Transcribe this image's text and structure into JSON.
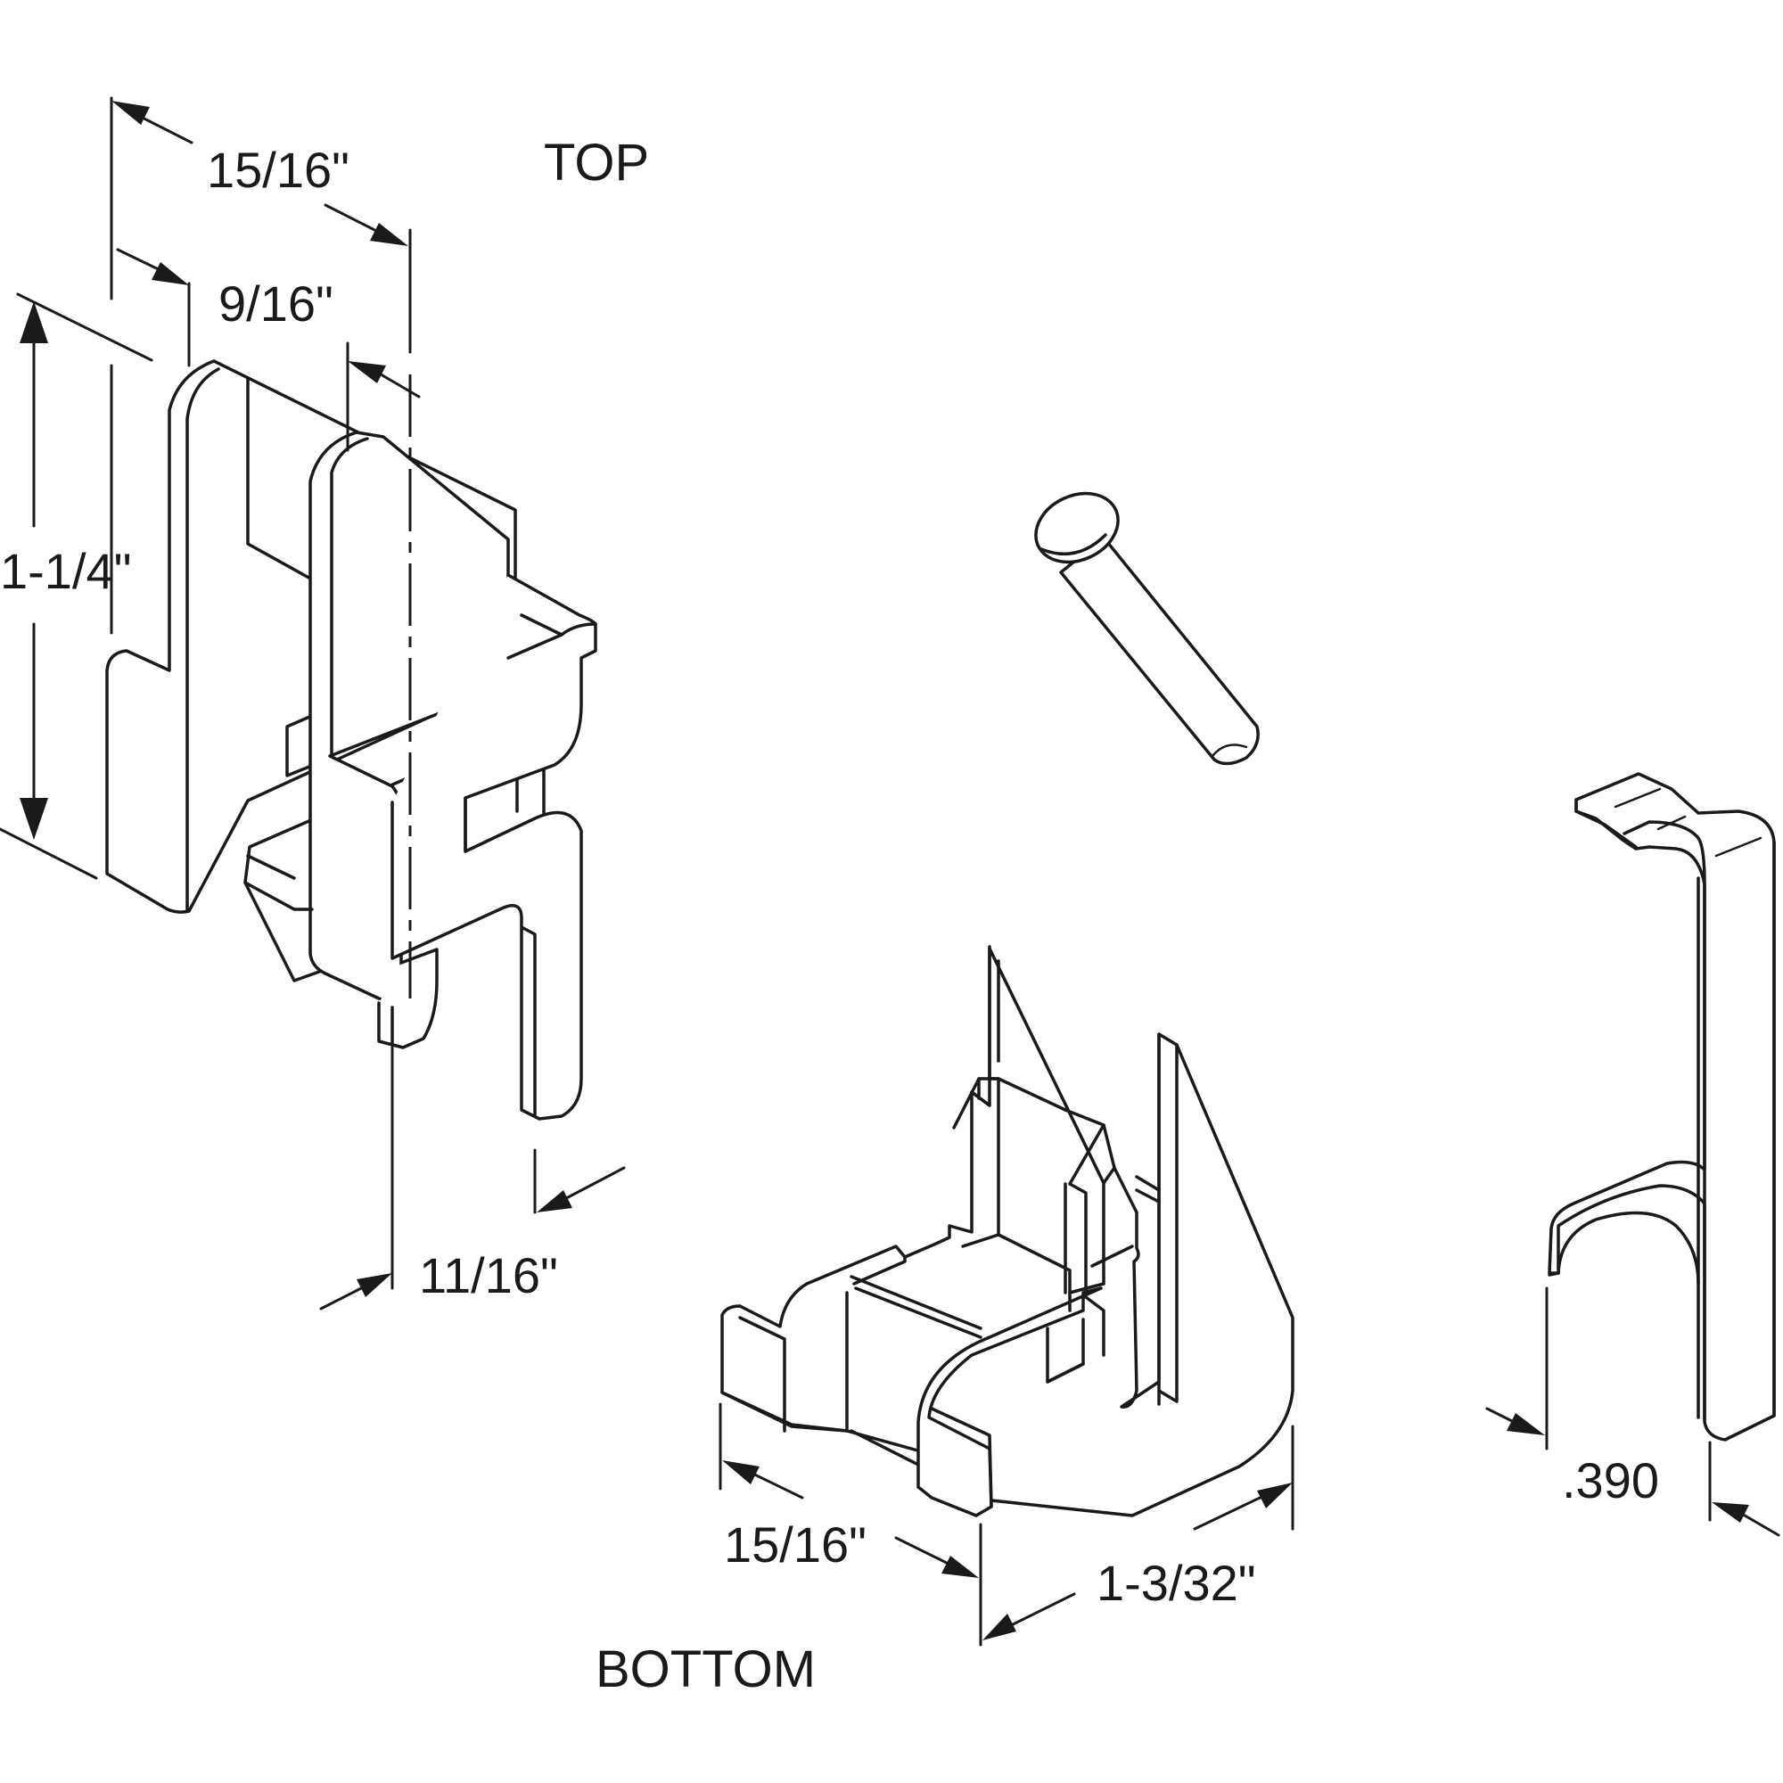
{
  "labels": {
    "top": "TOP",
    "bottom": "BOTTOM"
  },
  "dimensions": {
    "top_width_overall": "15/16\"",
    "top_width_inner": "9/16\"",
    "top_height": "1-1/4\"",
    "top_depth": "11/16\"",
    "bottom_width": "15/16\"",
    "bottom_length": "1-3/32\"",
    "clip_thickness": ".390"
  }
}
